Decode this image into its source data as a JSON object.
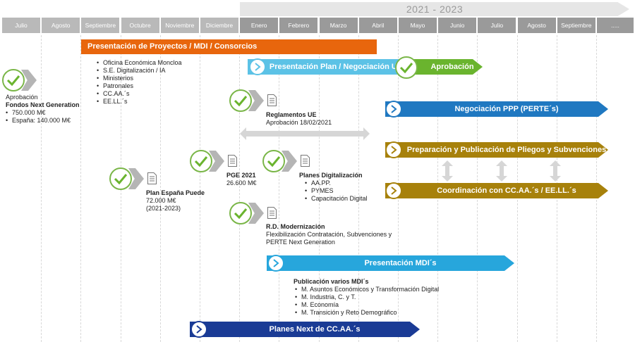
{
  "timeline": {
    "year_range": "2021 - 2023",
    "months": [
      "Julio",
      "Agosto",
      "Septiembre",
      "Octubre",
      "Noviembre",
      "Diciembre",
      "Enero",
      "Febrero",
      "Marzo",
      "Abril",
      "Mayo",
      "Junio",
      "Julio",
      "Agosto",
      "Septiembre",
      "....."
    ]
  },
  "bars": {
    "presentacion_proyectos": "Presentación de Proyectos / MDI / Consorcios",
    "presentacion_plan": "Presentación Plan / Negociación UE",
    "aprobacion": "Aprobación",
    "negociacion_ppp": "Negociación PPP (PERTE´s)",
    "preparacion_pliegos": "Preparación y Publicación de Pliegos y Subvenciones",
    "coordinacion": "Coordinación con CC.AA.´s / EE.LL.´s",
    "presentacion_mdi": "Presentación MDI´s",
    "planes_next": "Planes Next de CC.AA.´s"
  },
  "bar_colors": {
    "orange": "#e8660d",
    "lightblue": "#5cc2e6",
    "green": "#6ab42e",
    "blue": "#1f78c1",
    "gold": "#a7810b",
    "cyan": "#27a6dc",
    "navy": "#1a3b95"
  },
  "fondos": {
    "line1": "Aprobación",
    "line2": "Fondos Next Generation",
    "items": [
      "750.000 M€",
      "España: 140.000 M€"
    ]
  },
  "proyectos_list": [
    "Oficina Económica Moncloa",
    "S.E. Digitalización / IA",
    "Ministerios",
    "Patronales",
    "CC.AA.´s",
    "EE.LL.´s"
  ],
  "reglamentos": {
    "title": "Reglamentos UE",
    "subtitle": "Aprobación 18/02/2021"
  },
  "pge": {
    "title": "PGE 2021",
    "value": "26.600 M€"
  },
  "planes_digitalizacion": {
    "title": "Planes Digitalización",
    "items": [
      "AA.PP.",
      "PYMES",
      "Capacitación Digital"
    ]
  },
  "plan_espana": {
    "title": "Plan España Puede",
    "value": "72.000 M€",
    "years": "(2021-2023)"
  },
  "rd": {
    "title": "R.D. Modernización",
    "line1": "Flexibilización Contratación, Subvenciones y",
    "line2": "PERTE Next Generation"
  },
  "publicacion": {
    "title": "Publicación varios MDI´s",
    "items": [
      "M. Asuntos Económicos y Transformación Digital",
      "M. Industria, C. y T.",
      "M. Economía",
      "M. Transición y Reto Demográfico"
    ]
  },
  "icons": {
    "check": "check-circle-icon",
    "chevron": "chevron-right-icon",
    "doc": "document-icon",
    "double_arrow": "double-arrow-icon"
  }
}
